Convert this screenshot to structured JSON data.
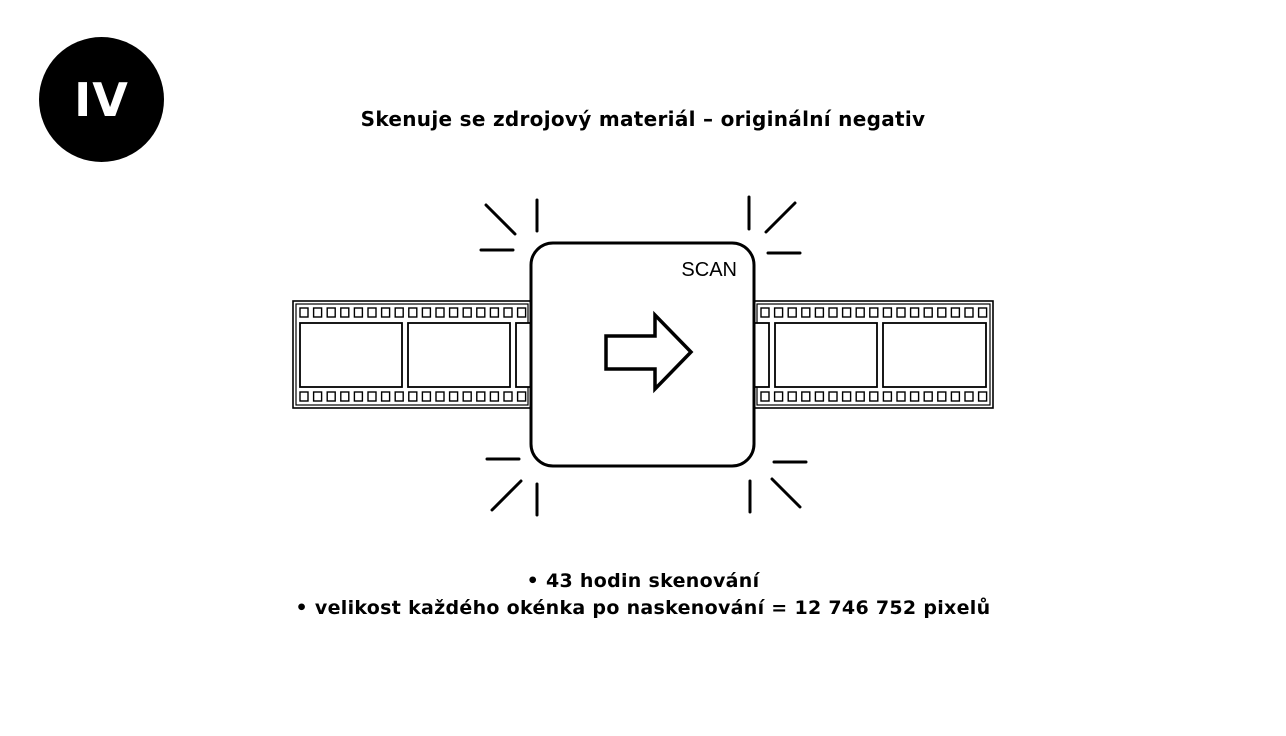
{
  "badge": {
    "label": "IV"
  },
  "title": "Skenuje se zdrojový materiál – originální negativ",
  "scanner": {
    "label": "SCAN",
    "icon": "arrow-right-icon"
  },
  "film": {
    "icon": "film-strip-icon"
  },
  "bullets": [
    "• 43 hodin skenování",
    "• velikost každého okénka po naskenování = 12 746 752 pixelů"
  ]
}
